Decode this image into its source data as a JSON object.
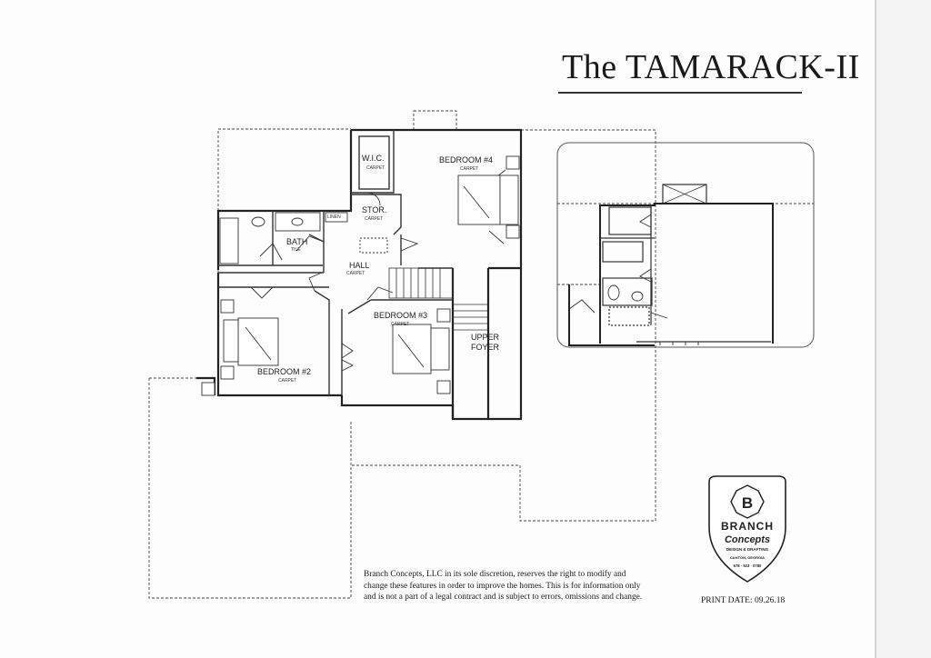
{
  "title": "The TAMARACK-II",
  "rooms": {
    "wic": {
      "name": "W.I.C.",
      "floor": "CARPET"
    },
    "bedroom4": {
      "name": "BEDROOM #4",
      "floor": "CARPET"
    },
    "stor": {
      "name": "STOR.",
      "floor": "CARPET"
    },
    "linen": {
      "name": "LINEN"
    },
    "bath": {
      "name": "BATH",
      "floor": "TILE"
    },
    "hall": {
      "name": "HALL",
      "floor": "CARPET"
    },
    "bedroom3": {
      "name": "BEDROOM #3",
      "floor": "CARPET"
    },
    "bedroom2": {
      "name": "BEDROOM #2",
      "floor": "CARPET"
    },
    "upper_foyer": {
      "name": "UPPER FOYER",
      "line1": "UPPER",
      "line2": "FOYER"
    }
  },
  "disclaimer": {
    "lines": [
      "Branch Concepts, LLC in its sole discretion, reserves the right to modify and",
      "change these features in order to improve the homes.  This is for information only",
      "and is not a part of a legal contract and is subject to errors, omissions and change."
    ]
  },
  "print_date": "PRINT DATE:  09.26.18",
  "logo": {
    "monogram": "B",
    "name": "BRANCH",
    "script": "Concepts",
    "tagline": "DESIGN & DRAFTING",
    "location": "CANTON, GEORGIA",
    "phone": "678 · 523 · 0780"
  }
}
